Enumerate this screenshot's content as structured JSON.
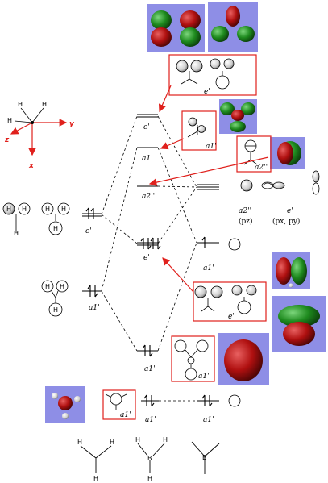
{
  "center_labels": {
    "e_prime_top": "e'",
    "a1_prime_mid": "a1'",
    "a2_dprime": "a2''",
    "e_prime_bonding": "e'",
    "a1_prime_bonding": "a1'",
    "a1_prime_bottom": "a1'"
  },
  "left_labels": {
    "e_prime": "e'",
    "a1_prime": "a1'"
  },
  "right_labels": {
    "a1_prime_s": "a1'",
    "a1_prime_bottom": "a1'",
    "a2_dprime": "a2''",
    "pz": "(pz)",
    "e_prime": "e'",
    "pxpy": "(px, py)"
  },
  "box_labels": {
    "top_e": "e'",
    "a1_upper": "a1'",
    "a2_dprime": "a2''",
    "e_lower": "e'",
    "a1_lower": "a1'",
    "a1_bottom": "a1'"
  },
  "axes": {
    "y": "y",
    "z": "z",
    "x": "x"
  },
  "atoms": {
    "H": "H",
    "B": "B"
  },
  "colors": {
    "orbital_green": "#1e8a1e",
    "orbital_red": "#b01010",
    "panel_bg": "#8e8ee6",
    "arrow": "#e0201c",
    "box": "#e0201c"
  }
}
